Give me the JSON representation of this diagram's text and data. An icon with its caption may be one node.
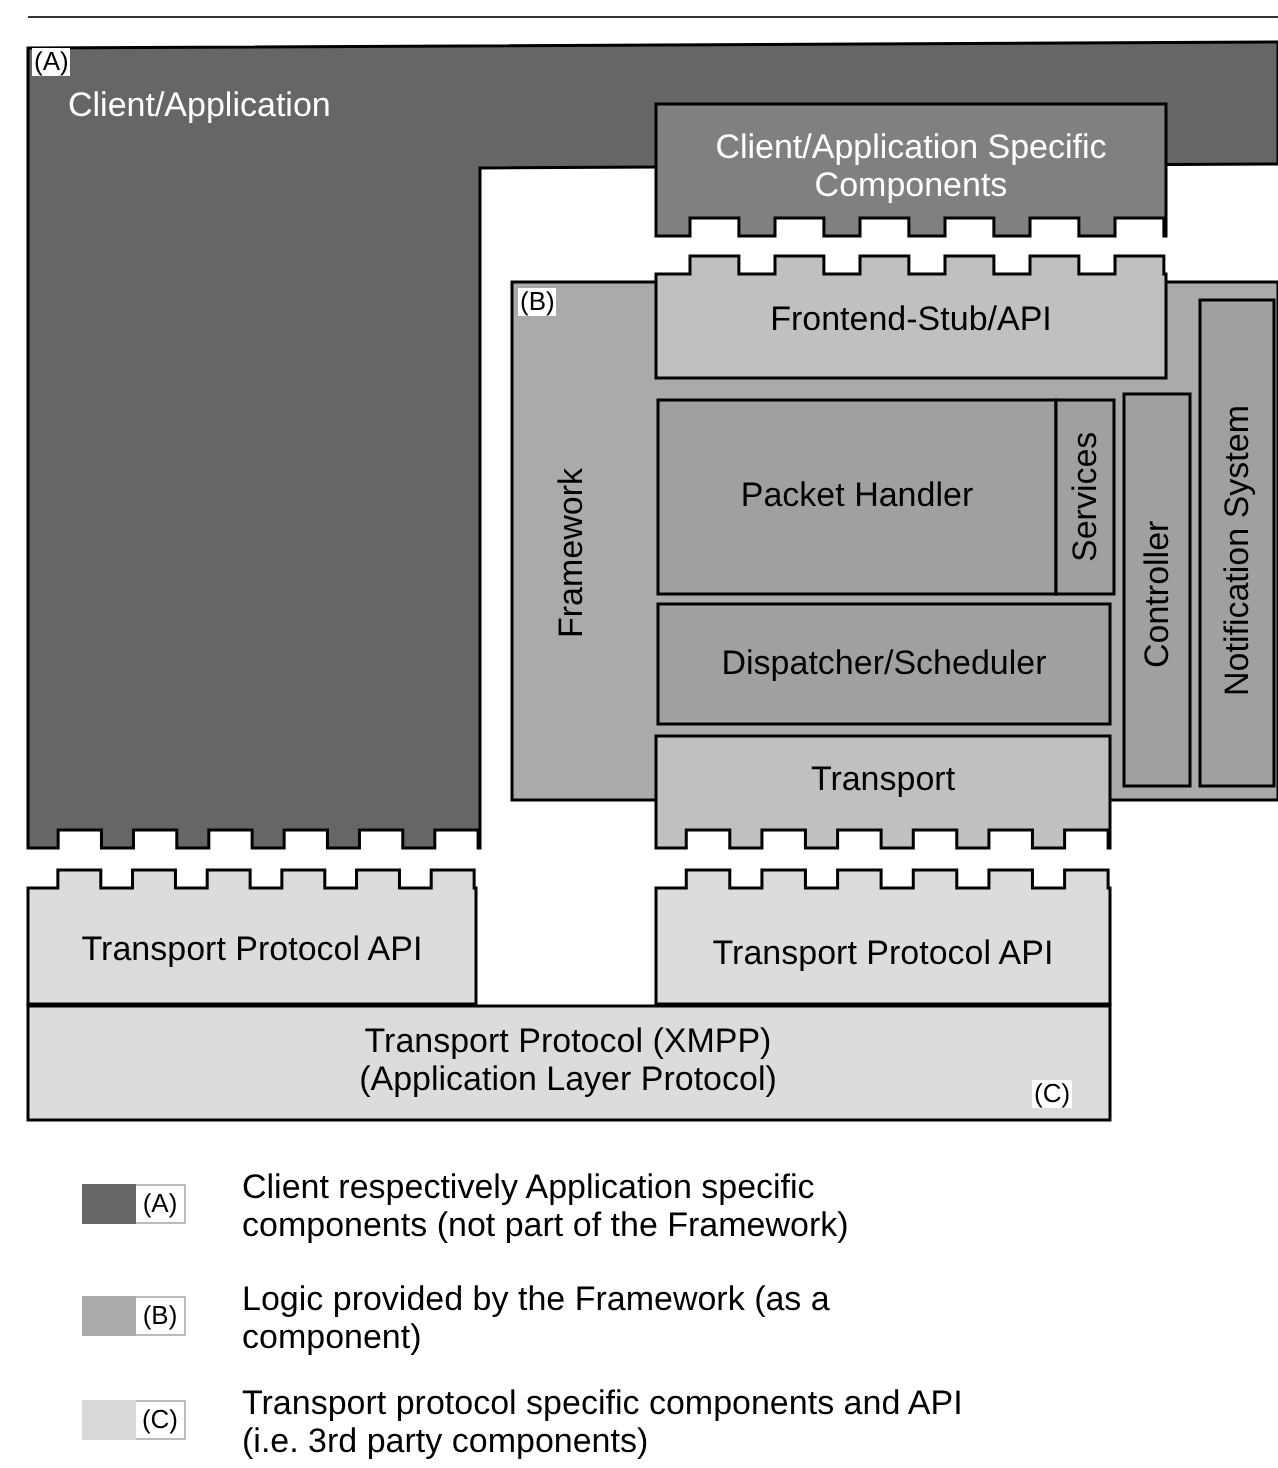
{
  "diagram": {
    "nodes": [
      {
        "text": [
          "(A)",
          "Client/Application"
        ]
      },
      {
        "text": [
          "Client/Application Specific Components"
        ]
      },
      {
        "text": [
          "(B)",
          "Framework"
        ]
      },
      {
        "text": [
          "Frontend-Stub/API"
        ]
      },
      {
        "text": [
          "Packet Handler"
        ],
        "in": 2
      },
      {
        "text": [
          "Services"
        ],
        "in": 2
      },
      {
        "text": [
          "Dispatcher/Scheduler"
        ],
        "in": 2
      },
      {
        "text": [
          "Controller"
        ],
        "in": 2
      },
      {
        "text": [
          "Notification System"
        ],
        "in": 2
      },
      {
        "text": [
          "Transport"
        ]
      },
      {
        "text": [
          "Transport Protocol API"
        ]
      },
      {
        "text": [
          "Transport Protocol API"
        ]
      },
      {
        "text": [
          "Transport Protocol (XMPP) (Application Layer Protocol)",
          "(C)"
        ]
      }
    ],
    "labels": [
      "(A)",
      "(B)",
      "(C)"
    ],
    "legend": [
      {
        "text": "Client respectively Application specific components (not part of the Framework)",
        "color": "#666666"
      },
      {
        "text": "Logic provided by the Framework (as a component)",
        "color": "#aaaaaa"
      },
      {
        "text": "Transport protocol specific components and API (i.e. 3rd party components)",
        "color": "#d9d9d9"
      }
    ]
  }
}
